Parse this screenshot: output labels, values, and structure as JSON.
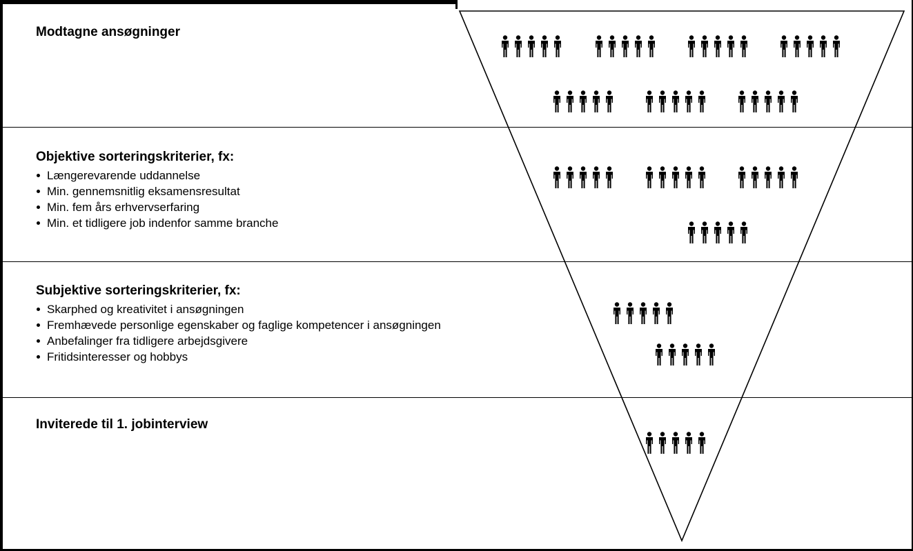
{
  "stages": [
    {
      "title": "Modtagne ansøgninger",
      "criteria": [],
      "people_groups": 7
    },
    {
      "title": "Objektive sorteringskriterier, fx:",
      "criteria": [
        "Længerevarende uddannelse",
        "Min. gennemsnitlig eksamensresultat",
        "Min. fem års erhvervserfaring",
        "Min. et tidligere job indenfor samme branche"
      ],
      "people_groups": 4
    },
    {
      "title": "Subjektive sorteringskriterier, fx:",
      "criteria": [
        "Skarphed og kreativitet i ansøgningen",
        "Fremhævede personlige egenskaber og faglige kompetencer i ansøgningen",
        "Anbefalinger fra tidligere arbejdsgivere",
        "Fritidsinteresser og hobbys"
      ],
      "people_groups": 2
    },
    {
      "title": "Inviterede til 1. jobinterview",
      "criteria": [],
      "people_groups": 1
    }
  ],
  "icons": {
    "person": "person-icon",
    "funnel": "funnel-triangle"
  }
}
